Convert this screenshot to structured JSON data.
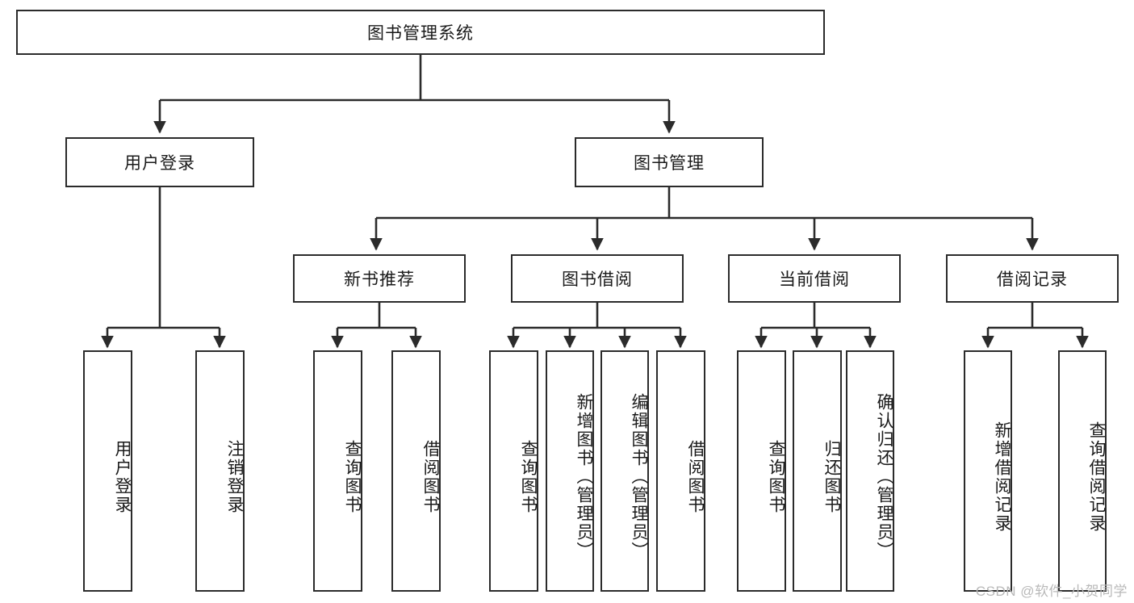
{
  "diagram": {
    "title": "图书管理系统",
    "type": "tree-hierarchy-diagram",
    "watermark": "CSDN @软件_小贺同学",
    "root": {
      "label": "图书管理系统"
    },
    "level2": [
      {
        "label": "用户登录"
      },
      {
        "label": "图书管理"
      }
    ],
    "level3": [
      {
        "label": "新书推荐"
      },
      {
        "label": "图书借阅"
      },
      {
        "label": "当前借阅"
      },
      {
        "label": "借阅记录"
      }
    ],
    "leaves": {
      "user_login": [
        {
          "label": "用户登录"
        },
        {
          "label": "注销登录"
        }
      ],
      "new_book_recommend": [
        {
          "label": "查询图书"
        },
        {
          "label": "借阅图书"
        }
      ],
      "book_borrow": [
        {
          "label": "查询图书"
        },
        {
          "label": "新增图书（管理员）"
        },
        {
          "label": "编辑图书（管理员）"
        },
        {
          "label": "借阅图书"
        }
      ],
      "current_borrow": [
        {
          "label": "查询图书"
        },
        {
          "label": "归还图书"
        },
        {
          "label": "确认归还（管理员）"
        }
      ],
      "borrow_record": [
        {
          "label": "新增借阅记录"
        },
        {
          "label": "查询借阅记录"
        }
      ]
    },
    "colors": {
      "stroke": "#2b2b2b",
      "fill": "#ffffff",
      "text": "#1a1a1a",
      "watermark": "#b9b9b9"
    }
  }
}
